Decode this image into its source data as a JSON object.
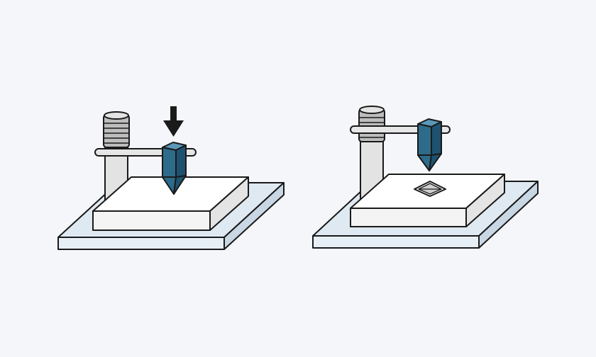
{
  "panels": [
    {
      "id": "before",
      "state": "indenter-pressing",
      "arrow": "down-arrow"
    },
    {
      "id": "after",
      "state": "indenter-raised",
      "mark": "pyramidal-indentation"
    }
  ],
  "colors": {
    "background": "#f4f6f9",
    "stroke": "#1a1a1a",
    "base_top": "#dfe9f2",
    "base_front": "#e7eff6",
    "base_side": "#c8d7e3",
    "specimen_top": "#ffffff",
    "specimen_front": "#f4f4f4",
    "specimen_side": "#e4e4e4",
    "column": "#e3e3e3",
    "screw": "#bdbdbd",
    "arm": "#e6e6e6",
    "indenter_front": "#2d6b8a",
    "indenter_side": "#1f5270",
    "indenter_top": "#5b98b8",
    "indentation": "#d0d0d0",
    "arrow": "#1a1a1a"
  }
}
